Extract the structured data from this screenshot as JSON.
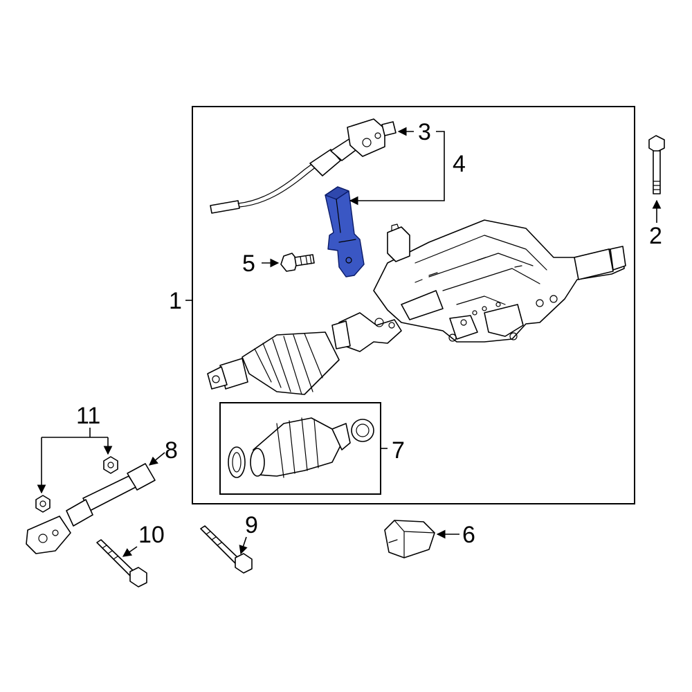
{
  "callouts": {
    "c1": "1",
    "c2": "2",
    "c3": "3",
    "c4": "4",
    "c5": "5",
    "c6": "6",
    "c7": "7",
    "c8": "8",
    "c9": "9",
    "c10": "10",
    "c11": "11"
  },
  "colors": {
    "highlight": "#3a57c4",
    "line": "#000000",
    "background": "#ffffff"
  },
  "highlighted_part": "4"
}
